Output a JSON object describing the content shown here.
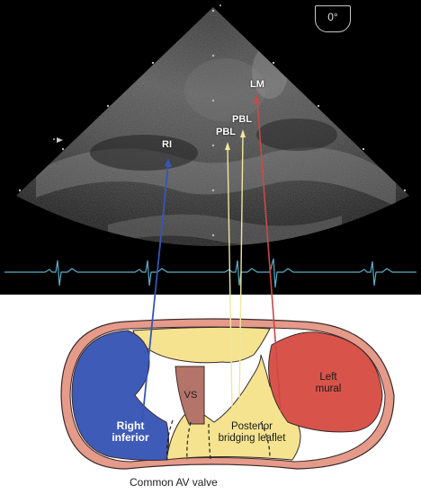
{
  "echo": {
    "angle": "0°",
    "labels": {
      "ri": "RI",
      "pbl_1": "PBL",
      "pbl_2": "PBL",
      "lm": "LM"
    }
  },
  "diagram": {
    "vs": "VS",
    "right_inferior": [
      "Right",
      "inferior"
    ],
    "posterior_bridging": [
      "Posterior",
      "bridging leaflet"
    ],
    "left_mural": [
      "Left",
      "mural"
    ]
  },
  "caption": "Common AV valve",
  "colors": {
    "right_inferior_leaflet": "#3f5bb8",
    "left_mural_leaflet": "#d8544a",
    "bridging_leaflets": "#f5e38f",
    "ventricular_septum": "#b5746a",
    "annulus": "#e59a8a",
    "ecg_trace": "#5aaec8",
    "ri_arrow": "#3556b5",
    "pbl_arrow": "#f0e7a0",
    "lm_arrow": "#c84a48"
  }
}
